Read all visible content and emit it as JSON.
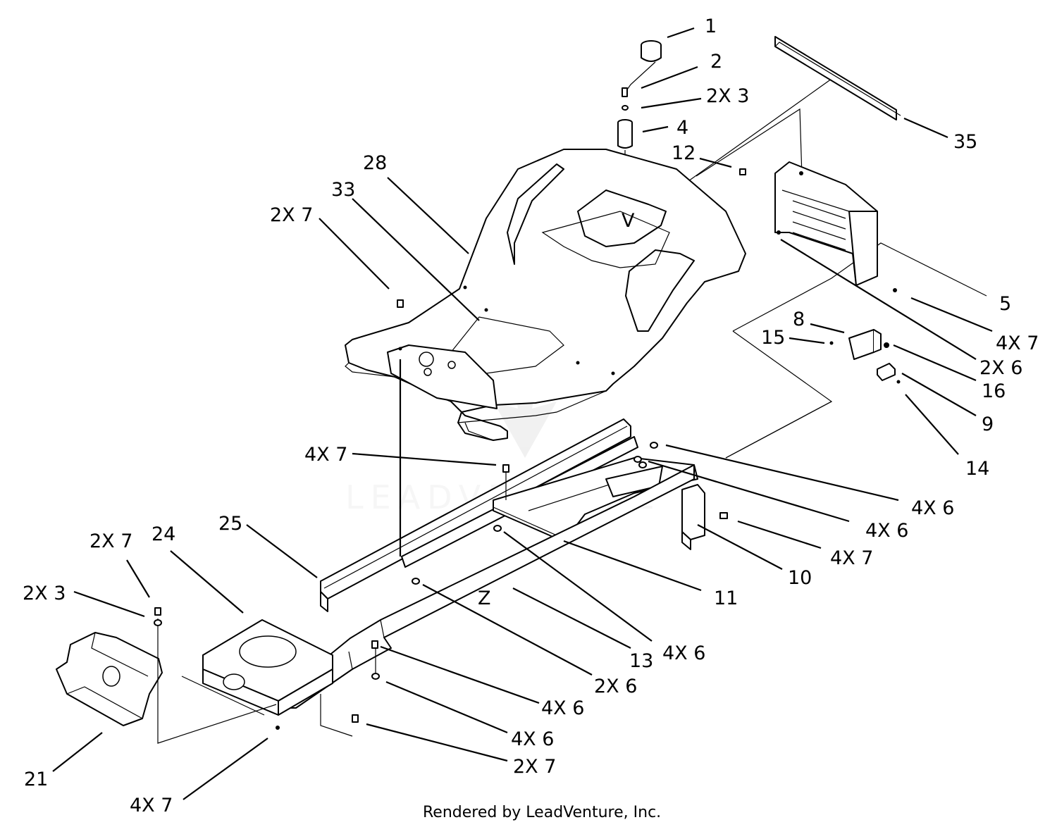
{
  "labels": {
    "l1": "1",
    "l2": "2",
    "l3": "2X 3",
    "l4": "4",
    "l35": "35",
    "l12": "12",
    "l28": "28",
    "l33": "33",
    "l2x7a": "2X 7",
    "l5": "5",
    "l4x7a": "4X 7",
    "l8": "8",
    "l15": "15",
    "l2x6a": "2X 6",
    "l16": "16",
    "l9": "9",
    "l14": "14",
    "l4x7b": "4X 7",
    "l4x6a": "4X 6",
    "l4x6b": "4X 6",
    "l4x7c": "4X 7",
    "l10": "10",
    "l25": "25",
    "l11": "11",
    "l4x6c": "4X 6",
    "l13": "13",
    "l2x7b": "2X 7",
    "l24": "24",
    "l2x3b": "2X 3",
    "l2x6b": "2X 6",
    "l4x6d": "4X 6",
    "l4x6e": "4X 6",
    "l2x7c": "2X 7",
    "l21": "21",
    "l4x7d": "4X 7",
    "tagV": "V",
    "tagZ": "Z"
  },
  "footer": "Rendered by LeadVenture, Inc.",
  "watermark": "LEADVENTURE"
}
